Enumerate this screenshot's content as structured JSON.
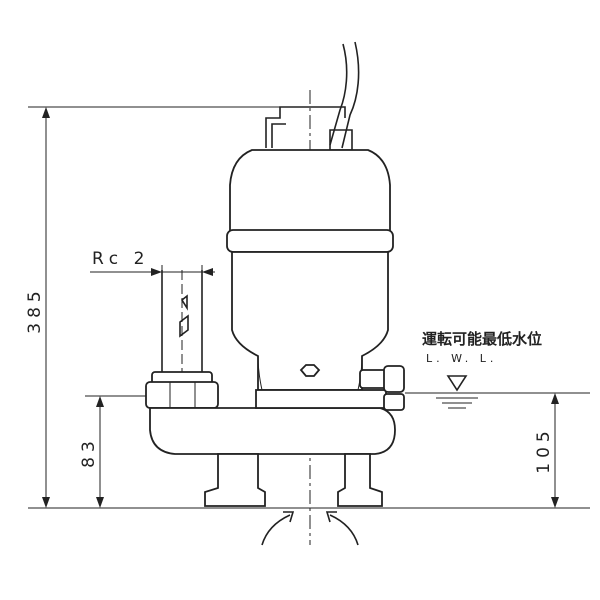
{
  "dimensions": {
    "overall_height": "385",
    "outlet_height": "83",
    "lwl_height": "105",
    "outlet_size": "Rc 2"
  },
  "labels": {
    "lwl_japanese": "運転可能最低水位",
    "lwl_abbrev": "L. W. L."
  }
}
